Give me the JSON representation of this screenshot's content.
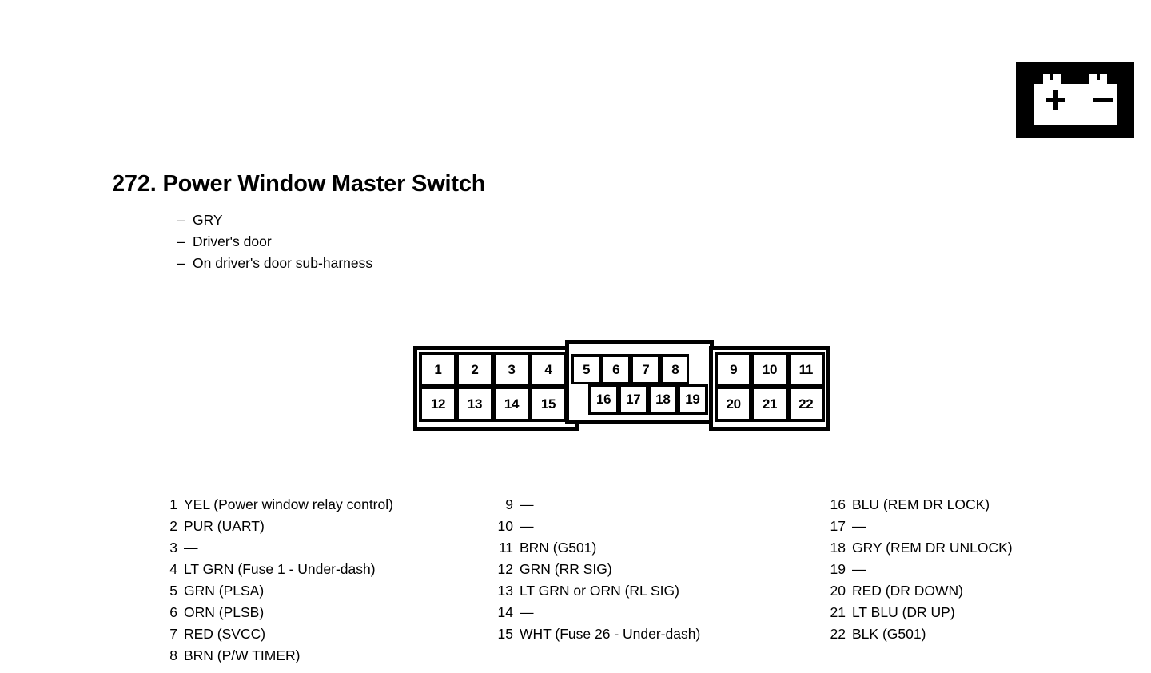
{
  "page": {
    "title": "272. Power Window Master Switch",
    "subtitle_items": [
      "GRY",
      "Driver's door",
      "On driver's door sub-harness"
    ],
    "bullet_dash": "–",
    "empty_pin_marker": "—"
  },
  "battery_icon": {
    "name": "battery-icon",
    "plus_label": "+",
    "minus_label": "−"
  },
  "connector": {
    "sections": {
      "left": {
        "top_row": [
          "1",
          "2",
          "3",
          "4"
        ],
        "bottom_row": [
          "12",
          "13",
          "14",
          "15"
        ]
      },
      "middle": {
        "top_row": [
          "5",
          "6",
          "7",
          "8",
          ""
        ],
        "bottom_row": [
          "",
          "16",
          "17",
          "18",
          "19"
        ]
      },
      "right": {
        "top_row": [
          "9",
          "10",
          "11"
        ],
        "bottom_row": [
          "20",
          "21",
          "22"
        ]
      }
    }
  },
  "legend": {
    "column_1": [
      {
        "pin": "1",
        "desc": "YEL (Power window relay control)"
      },
      {
        "pin": "2",
        "desc": "PUR (UART)"
      },
      {
        "pin": "3",
        "desc": "—"
      },
      {
        "pin": "4",
        "desc": "LT GRN (Fuse 1 - Under-dash)"
      },
      {
        "pin": "5",
        "desc": "GRN (PLSA)"
      },
      {
        "pin": "6",
        "desc": "ORN (PLSB)"
      },
      {
        "pin": "7",
        "desc": "RED (SVCC)"
      },
      {
        "pin": "8",
        "desc": "BRN (P/W TIMER)"
      }
    ],
    "column_2": [
      {
        "pin": "9",
        "desc": "—"
      },
      {
        "pin": "10",
        "desc": "—"
      },
      {
        "pin": "11",
        "desc": "BRN (G501)"
      },
      {
        "pin": "12",
        "desc": "GRN (RR SIG)"
      },
      {
        "pin": "13",
        "desc": "LT GRN or ORN (RL SIG)"
      },
      {
        "pin": "14",
        "desc": "—"
      },
      {
        "pin": "15",
        "desc": "WHT (Fuse 26 - Under-dash)"
      }
    ],
    "column_3": [
      {
        "pin": "16",
        "desc": "BLU (REM DR LOCK)"
      },
      {
        "pin": "17",
        "desc": "—"
      },
      {
        "pin": "18",
        "desc": "GRY (REM DR UNLOCK)"
      },
      {
        "pin": "19",
        "desc": "—"
      },
      {
        "pin": "20",
        "desc": "RED (DR DOWN)"
      },
      {
        "pin": "21",
        "desc": "LT BLU (DR UP)"
      },
      {
        "pin": "22",
        "desc": "BLK (G501)"
      }
    ]
  },
  "colors": {
    "ink": "#000000",
    "paper": "#ffffff"
  }
}
